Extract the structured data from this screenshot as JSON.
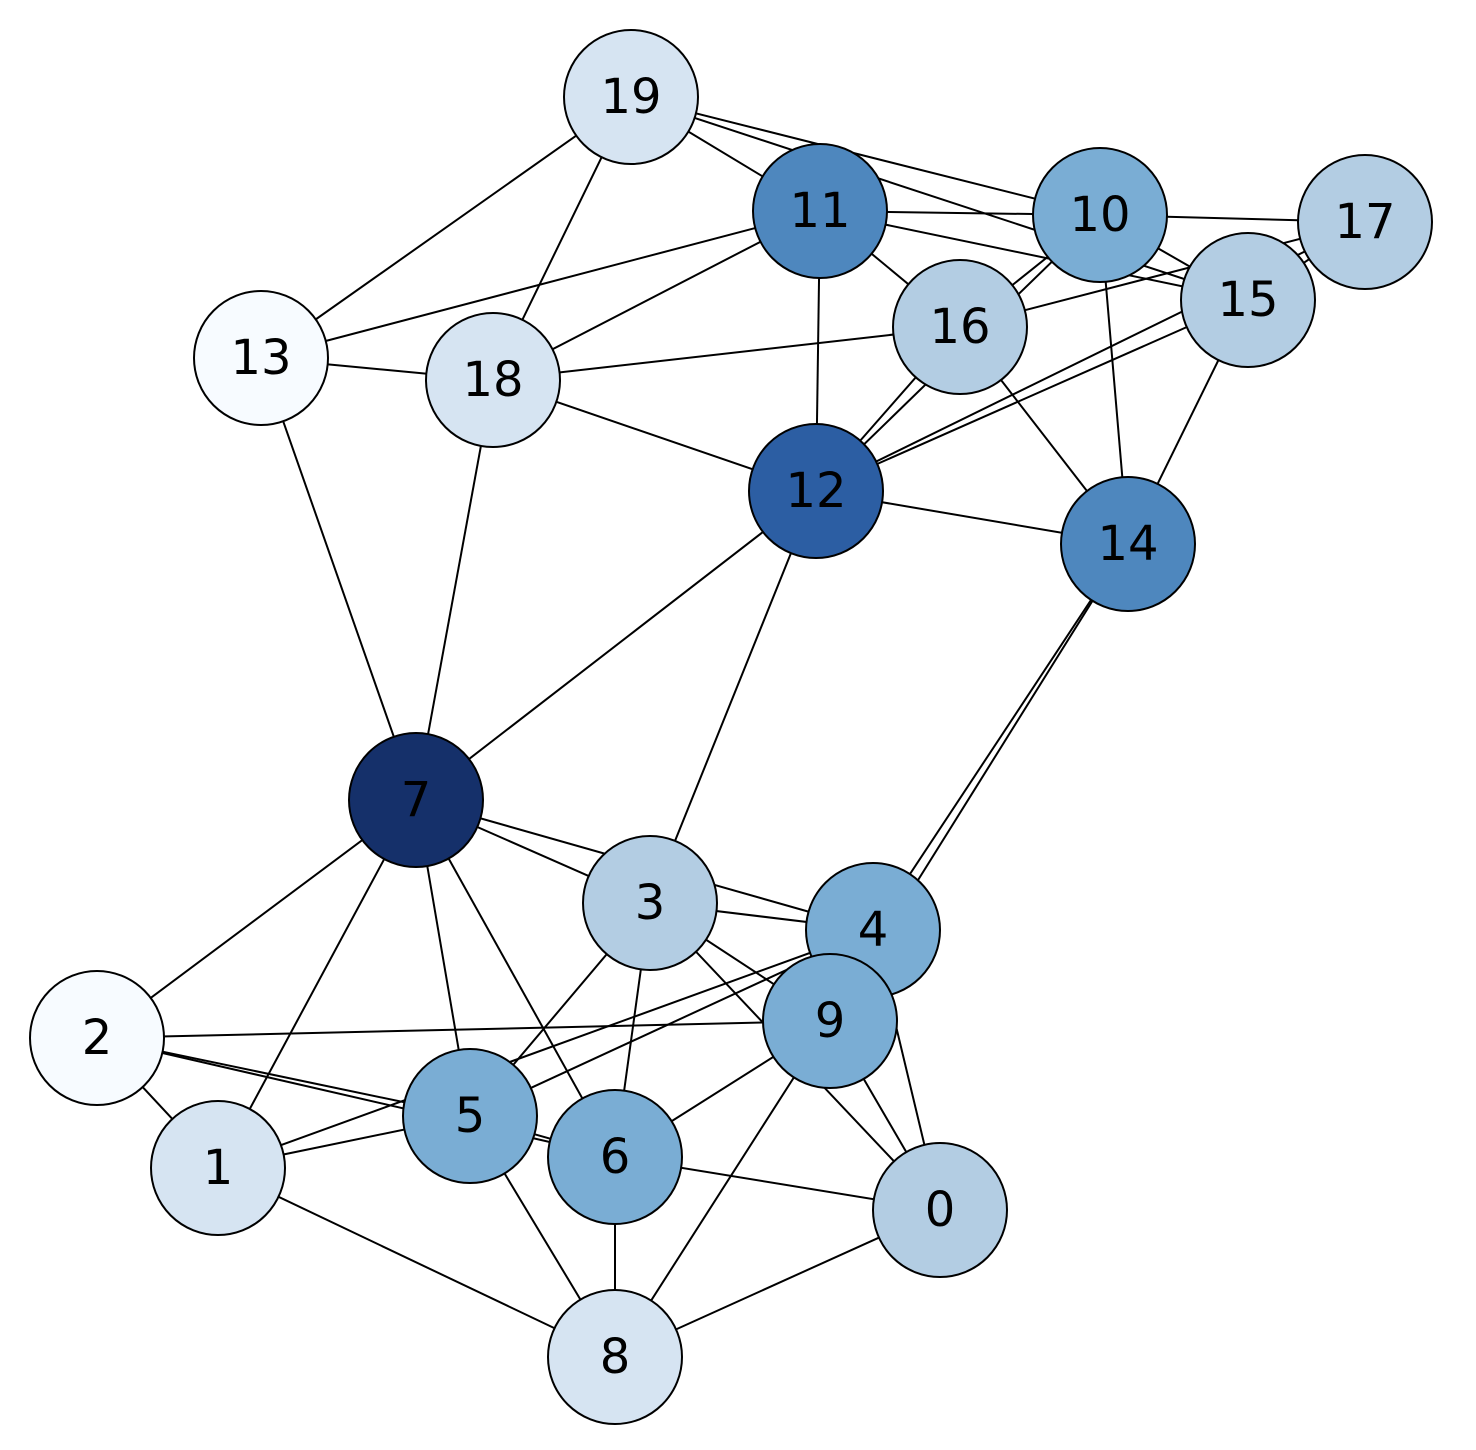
{
  "graph": {
    "nodes": [
      {
        "id": "0",
        "label": "0",
        "color": "#b3cde3"
      },
      {
        "id": "1",
        "label": "1",
        "color": "#d6e4f2"
      },
      {
        "id": "2",
        "label": "2",
        "color": "#f7fbff"
      },
      {
        "id": "3",
        "label": "3",
        "color": "#b3cde3"
      },
      {
        "id": "4",
        "label": "4",
        "color": "#7aadd4"
      },
      {
        "id": "5",
        "label": "5",
        "color": "#7aadd4"
      },
      {
        "id": "6",
        "label": "6",
        "color": "#7aadd4"
      },
      {
        "id": "7",
        "label": "7",
        "color": "#15306a"
      },
      {
        "id": "8",
        "label": "8",
        "color": "#d6e4f2"
      },
      {
        "id": "9",
        "label": "9",
        "color": "#7aadd4"
      },
      {
        "id": "10",
        "label": "10",
        "color": "#7aadd4"
      },
      {
        "id": "11",
        "label": "11",
        "color": "#4e87be"
      },
      {
        "id": "12",
        "label": "12",
        "color": "#2c5ea3"
      },
      {
        "id": "13",
        "label": "13",
        "color": "#f7fbff"
      },
      {
        "id": "14",
        "label": "14",
        "color": "#4e87be"
      },
      {
        "id": "15",
        "label": "15",
        "color": "#b3cde3"
      },
      {
        "id": "16",
        "label": "16",
        "color": "#b3cde3"
      },
      {
        "id": "17",
        "label": "17",
        "color": "#b3cde3"
      },
      {
        "id": "18",
        "label": "18",
        "color": "#d6e4f2"
      },
      {
        "id": "19",
        "label": "19",
        "color": "#d6e4f2"
      }
    ],
    "edges": [
      [
        "19",
        "13"
      ],
      [
        "19",
        "18"
      ],
      [
        "19",
        "11"
      ],
      [
        "19",
        "10"
      ],
      [
        "19",
        "15"
      ],
      [
        "13",
        "11"
      ],
      [
        "13",
        "18"
      ],
      [
        "13",
        "7"
      ],
      [
        "18",
        "11"
      ],
      [
        "18",
        "16"
      ],
      [
        "18",
        "12"
      ],
      [
        "18",
        "7"
      ],
      [
        "11",
        "10"
      ],
      [
        "11",
        "16"
      ],
      [
        "11",
        "15"
      ],
      [
        "11",
        "12"
      ],
      [
        "10",
        "17"
      ],
      [
        "10",
        "16"
      ],
      [
        "10",
        "15"
      ],
      [
        "10",
        "14"
      ],
      [
        "10",
        "12"
      ],
      [
        "17",
        "15"
      ],
      [
        "17",
        "16"
      ],
      [
        "17",
        "12"
      ],
      [
        "15",
        "14"
      ],
      [
        "15",
        "12"
      ],
      [
        "16",
        "12"
      ],
      [
        "16",
        "14"
      ],
      [
        "12",
        "14"
      ],
      [
        "12",
        "7"
      ],
      [
        "12",
        "3"
      ],
      [
        "14",
        "4"
      ],
      [
        "14",
        "9"
      ],
      [
        "7",
        "3"
      ],
      [
        "7",
        "4"
      ],
      [
        "7",
        "2"
      ],
      [
        "7",
        "1"
      ],
      [
        "7",
        "5"
      ],
      [
        "7",
        "6"
      ],
      [
        "3",
        "4"
      ],
      [
        "3",
        "9"
      ],
      [
        "3",
        "5"
      ],
      [
        "3",
        "6"
      ],
      [
        "3",
        "0"
      ],
      [
        "4",
        "9"
      ],
      [
        "4",
        "5"
      ],
      [
        "4",
        "0"
      ],
      [
        "4",
        "1"
      ],
      [
        "9",
        "2"
      ],
      [
        "9",
        "6"
      ],
      [
        "9",
        "0"
      ],
      [
        "9",
        "8"
      ],
      [
        "2",
        "1"
      ],
      [
        "2",
        "5"
      ],
      [
        "2",
        "6"
      ],
      [
        "1",
        "5"
      ],
      [
        "1",
        "8"
      ],
      [
        "5",
        "8"
      ],
      [
        "5",
        "6"
      ],
      [
        "6",
        "8"
      ],
      [
        "6",
        "0"
      ],
      [
        "0",
        "8"
      ]
    ]
  }
}
